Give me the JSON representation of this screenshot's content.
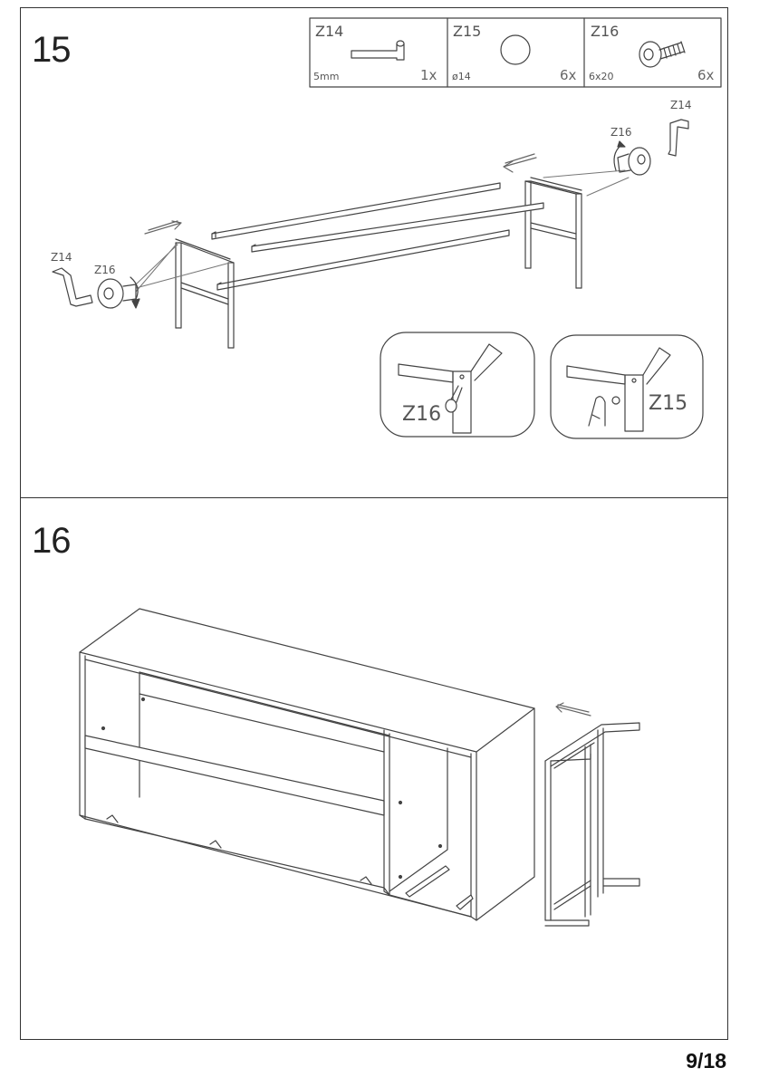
{
  "steps": [
    {
      "number": "15"
    },
    {
      "number": "16"
    }
  ],
  "parts_table": [
    {
      "code": "Z14",
      "spec": "5mm",
      "qty": "1x",
      "icon": "hex-key-icon"
    },
    {
      "code": "Z15",
      "spec": "ø14",
      "qty": "6x",
      "icon": "cover-cap-icon"
    },
    {
      "code": "Z16",
      "spec": "6x20",
      "qty": "6x",
      "icon": "bolt-icon"
    }
  ],
  "callouts": {
    "right_key": "Z14",
    "right_bolt": "Z16",
    "left_key": "Z14",
    "left_bolt": "Z16",
    "detail1": "Z16",
    "detail2": "Z15"
  },
  "page_number": "9/18"
}
